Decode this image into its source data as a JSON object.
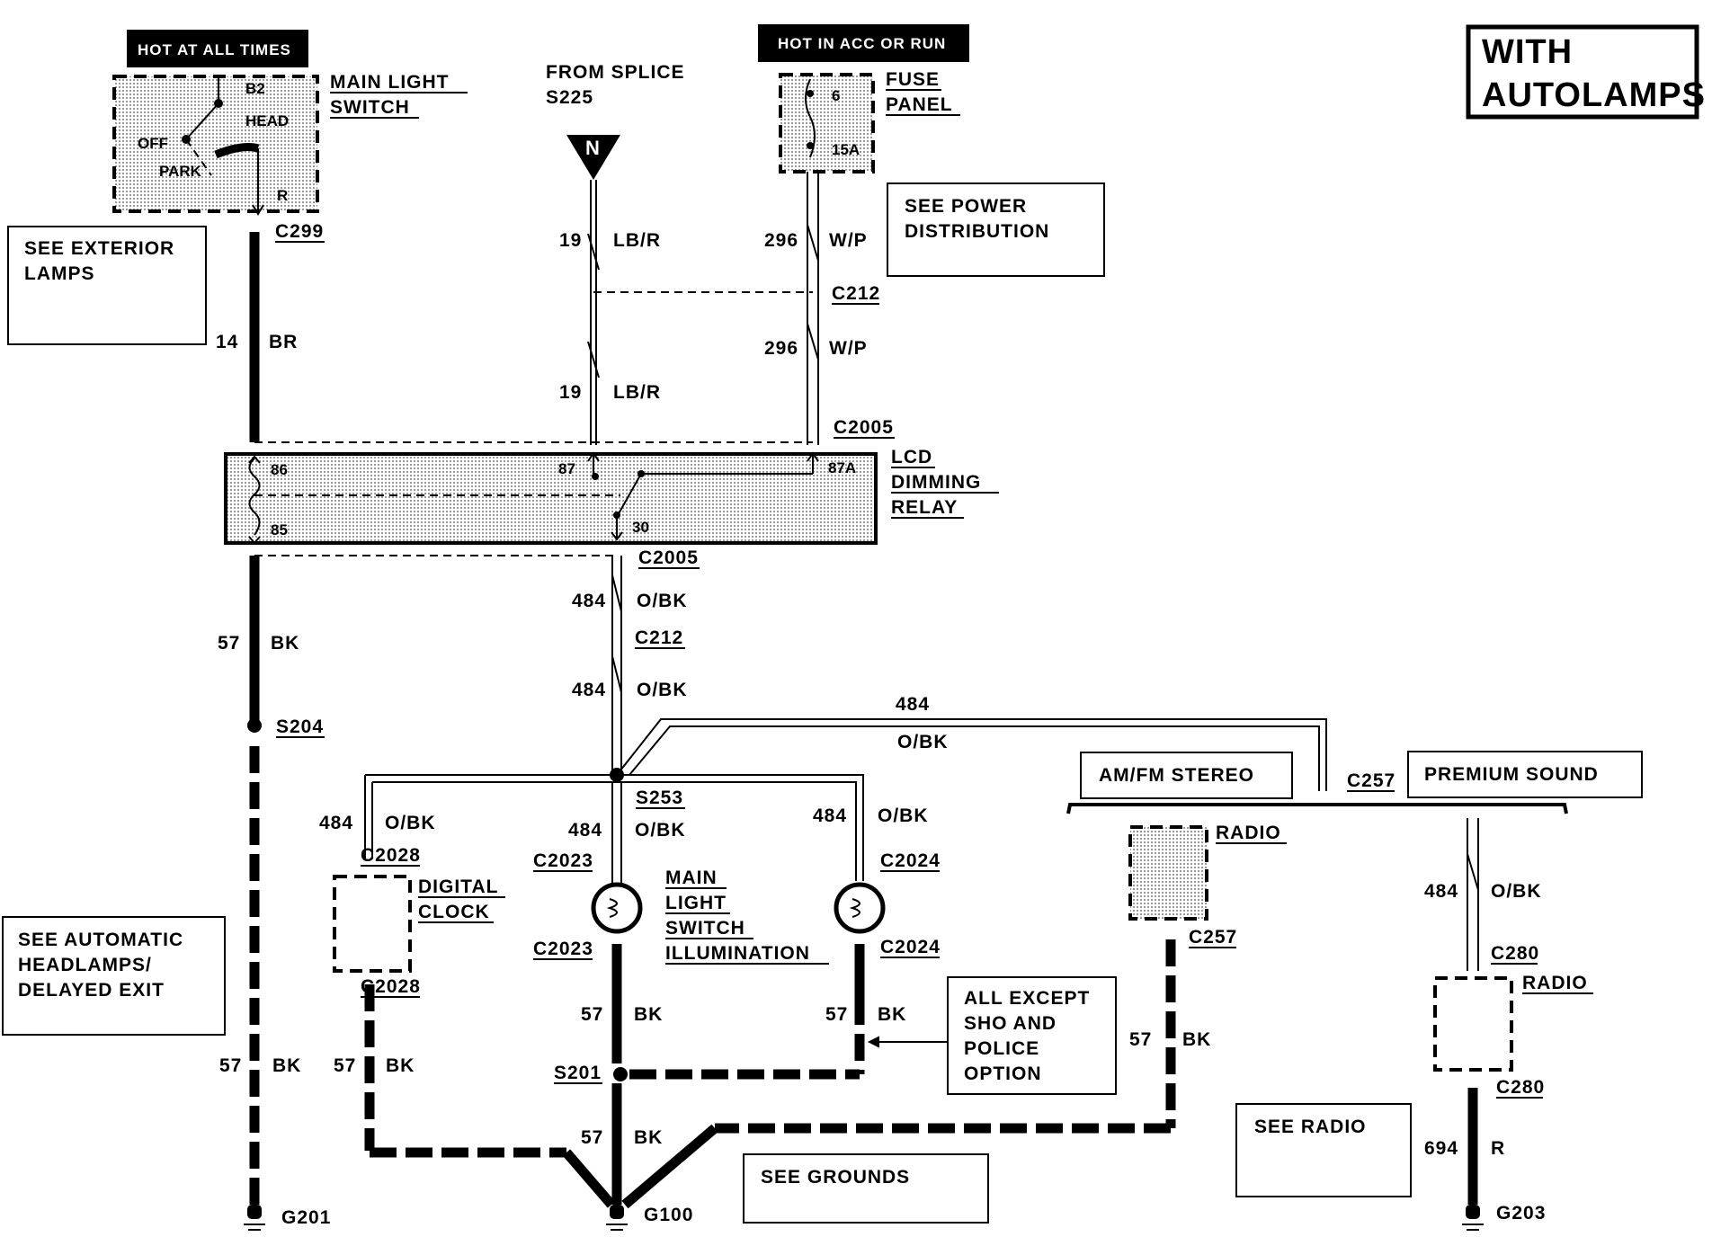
{
  "title": "WITH AUTOLAMPS",
  "title_lines": [
    "WITH",
    "AUTOLAMPS"
  ],
  "headers": {
    "hot_at_all_times": "HOT AT ALL TIMES",
    "hot_in_acc_or_run": "HOT IN ACC OR RUN"
  },
  "components": {
    "main_light_switch": [
      "MAIN LIGHT",
      "SWITCH"
    ],
    "switch_positions": {
      "b2": "B2",
      "head": "HEAD",
      "off": "OFF",
      "park": "PARK",
      "r": "R"
    },
    "from_splice": [
      "FROM SPLICE",
      "S225"
    ],
    "splice_symbol": "N",
    "fuse_panel": [
      "FUSE",
      "PANEL"
    ],
    "fuse_number": "6",
    "fuse_rating": "15A",
    "lcd_dimming_relay": [
      "LCD",
      "DIMMING",
      "RELAY"
    ],
    "relay_pins": {
      "p86": "86",
      "p85": "85",
      "p87": "87",
      "p87a": "87A",
      "p30": "30"
    },
    "digital_clock": [
      "DIGITAL",
      "CLOCK"
    ],
    "main_light_switch_illumination": [
      "MAIN",
      "LIGHT",
      "SWITCH",
      "ILLUMINATION"
    ],
    "radio_label": "RADIO",
    "am_fm_stereo": "AM/FM STEREO",
    "premium_sound": "PREMIUM SOUND"
  },
  "references": {
    "see_exterior_lamps": [
      "SEE EXTERIOR",
      "LAMPS"
    ],
    "see_power_distribution": [
      "SEE POWER",
      "DISTRIBUTION"
    ],
    "see_automatic_headlamps": [
      "SEE AUTOMATIC",
      "HEADLAMPS/",
      "DELAYED EXIT"
    ],
    "all_except_sho": [
      "ALL EXCEPT",
      "SHO AND",
      "POLICE",
      "OPTION"
    ],
    "see_grounds": "SEE GROUNDS",
    "see_radio": "SEE RADIO"
  },
  "connectors": {
    "c299": "C299",
    "c212": "C212",
    "c2005": "C2005",
    "c2028": "C2028",
    "c2023": "C2023",
    "c2024": "C2024",
    "c257": "C257",
    "c280": "C280",
    "s204": "S204",
    "s253": "S253",
    "s201": "S201",
    "g201": "G201",
    "g100": "G100",
    "g203": "G203"
  },
  "circuits": {
    "c14": "14",
    "br": "BR",
    "c19": "19",
    "lbr": "LB/R",
    "c296": "296",
    "wp": "W/P",
    "c484": "484",
    "obk": "O/BK",
    "c57": "57",
    "bk": "BK",
    "c694": "694",
    "r": "R"
  }
}
